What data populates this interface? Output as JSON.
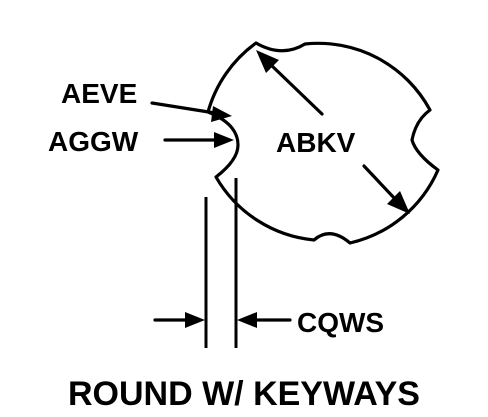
{
  "labels": {
    "depth": "AEVE",
    "width": "AGGW",
    "diameter": "ABKV",
    "key_width": "CQWS"
  },
  "caption": "ROUND W/ KEYWAYS",
  "colors": {
    "line": "#000000",
    "background": "#ffffff"
  }
}
